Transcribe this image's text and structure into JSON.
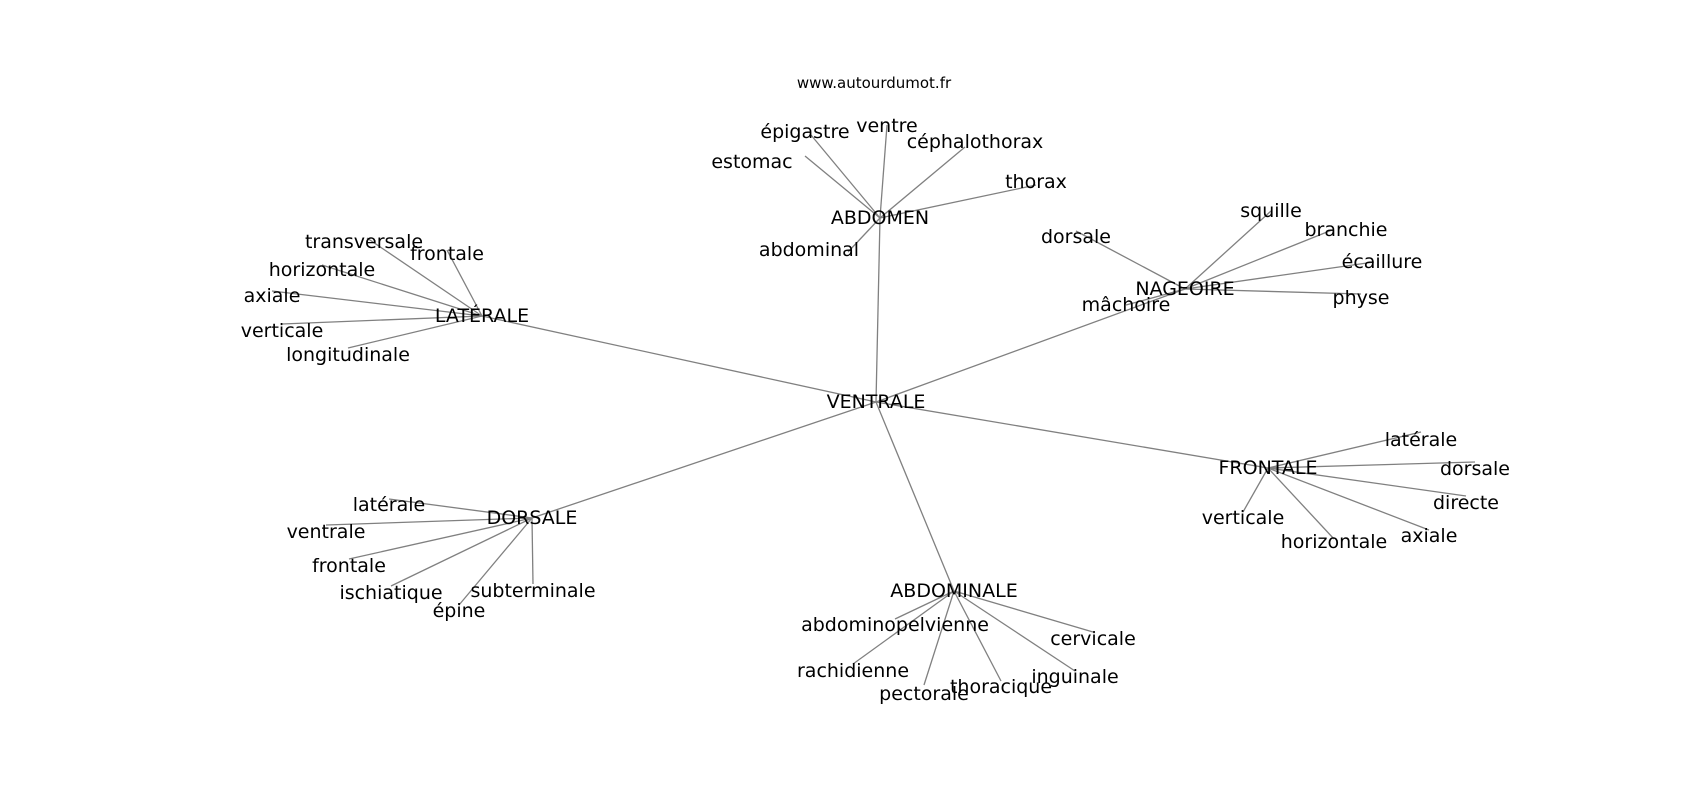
{
  "site": "www.autourdumot.fr",
  "center": "VENTRALE",
  "clusters": [
    {
      "label": "ABDOMEN",
      "words": [
        "estomac",
        "épigastre",
        "ventre",
        "céphalothorax",
        "thorax",
        "abdominal"
      ]
    },
    {
      "label": "NAGEOIRE",
      "words": [
        "dorsale",
        "squille",
        "branchie",
        "écaillure",
        "physe",
        "mâchoire"
      ]
    },
    {
      "label": "LATÉRALE",
      "words": [
        "transversale",
        "frontale",
        "horizontale",
        "axiale",
        "verticale",
        "longitudinale"
      ]
    },
    {
      "label": "FRONTALE",
      "words": [
        "latérale",
        "dorsale",
        "directe",
        "axiale",
        "horizontale",
        "verticale"
      ]
    },
    {
      "label": "DORSALE",
      "words": [
        "latérale",
        "ventrale",
        "frontale",
        "ischiatique",
        "épine",
        "subterminale"
      ]
    },
    {
      "label": "ABDOMINALE",
      "words": [
        "abdominopelvienne",
        "cervicale",
        "rachidienne",
        "pectorale",
        "thoracique",
        "inguinale"
      ]
    }
  ]
}
